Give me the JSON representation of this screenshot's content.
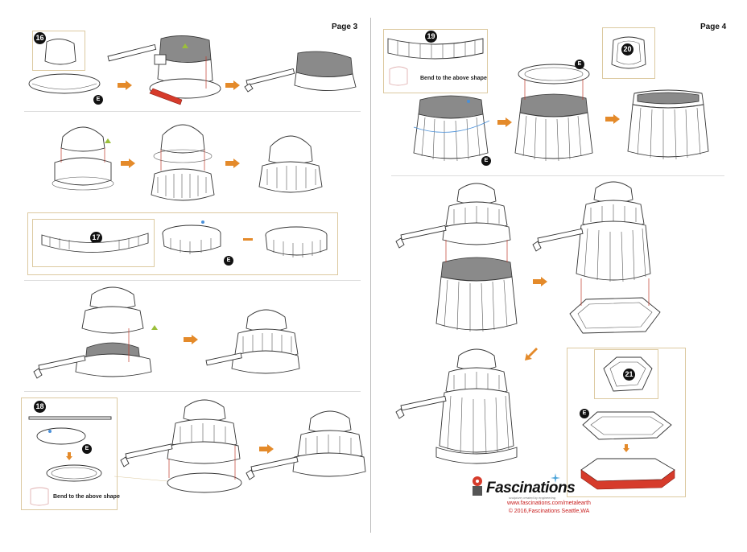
{
  "pages": {
    "left": {
      "label": "Page 3"
    },
    "right": {
      "label": "Page 4"
    }
  },
  "steps": {
    "s16": "16",
    "s17": "17",
    "s18": "18",
    "s19": "19",
    "s20": "20",
    "s21": "21"
  },
  "badge_e": "E",
  "notes": {
    "bend_18": "Bend to the above shape",
    "bend_19": "Bend to the above shape"
  },
  "logo": {
    "brand": "Fascinations",
    "tagline": "sculpture created by engineering",
    "url": "www.fascinations.com/metalearth",
    "copyright": "© 2016,Fascinations Seattle,WA"
  },
  "icons": {
    "arrow": "orange-arrow-icon",
    "alignment": "green-triangle-icon"
  },
  "colors": {
    "arrow": "#e48a2a",
    "highlight": "#d63b2b",
    "frame": "#dcc9a0",
    "alignment": "#9bbf3a"
  }
}
